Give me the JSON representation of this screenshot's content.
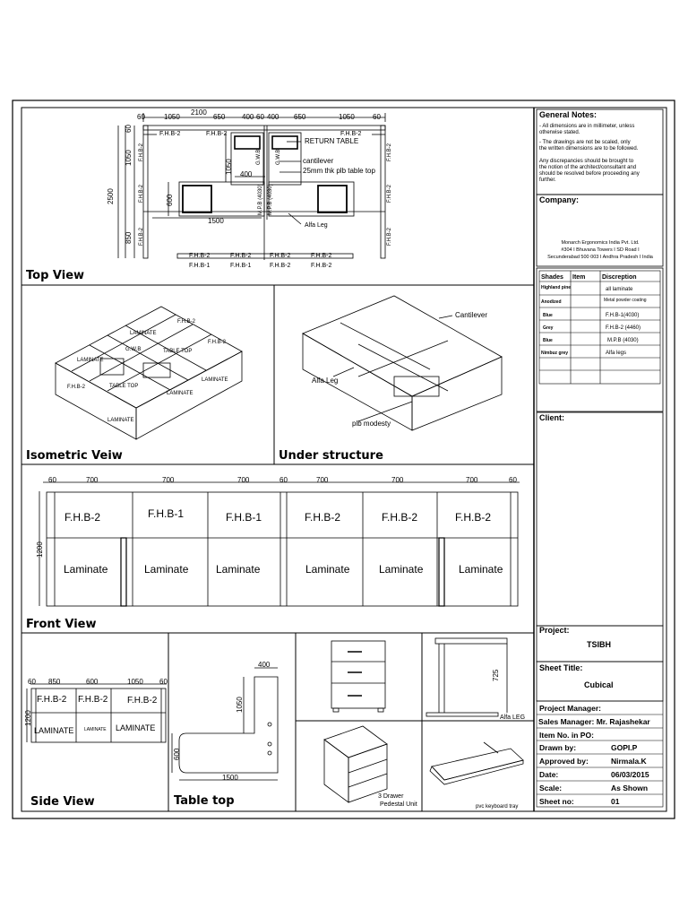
{
  "views": {
    "top": "Top View",
    "iso": "Isometric Veiw",
    "under": "Under structure",
    "front": "Front View",
    "side": "Side View",
    "table": "Table top"
  },
  "top_view": {
    "dims_top": [
      "60",
      "1050",
      "650",
      "400",
      "60",
      "400",
      "650",
      "1050",
      "60"
    ],
    "dim_2100": "2100",
    "left_dims": [
      "60",
      "1050",
      "2500",
      "600",
      "850"
    ],
    "dim_1500": "1500",
    "dim_400": "400",
    "dim_1050_v": "1050",
    "fhb2": "F.H.B-2",
    "fhb1": "F.H.B-1",
    "return_table": "RETURN TABLE",
    "cantilever": "cantilever",
    "table_top_note": "25mm thk plb table top",
    "alfa_leg": "Alfa Leg",
    "gwb": "G.W.B",
    "mpb": "M.P.B (4030)"
  },
  "iso": {
    "laminate": "LAMINATE",
    "fhb2": "F.H.B-2",
    "table_top": "TABLE TOP",
    "gwb": "G.W.B"
  },
  "under": {
    "cantilever": "Cantilever",
    "alfa_leg": "Alfa Leg",
    "plb_modesty": "plb modesty"
  },
  "front": {
    "dims": [
      "60",
      "700",
      "700",
      "700",
      "60",
      "700",
      "700",
      "700",
      "60"
    ],
    "height": "1200",
    "top_labels": [
      "F.H.B-2",
      "F.H.B-1",
      "F.H.B-1",
      "F.H.B-2",
      "F.H.B-2",
      "F.H.B-2"
    ],
    "bottom_labels": [
      "Laminate",
      "Laminate",
      "Laminate",
      "Laminate",
      "Laminate",
      "Laminate"
    ]
  },
  "side": {
    "dims": [
      "60",
      "850",
      "600",
      "1050",
      "60"
    ],
    "height": "1200",
    "top_labels": [
      "F.H.B-2",
      "F.H.B-2",
      "F.H.B-2"
    ],
    "bottom_labels": [
      "LAMINATE",
      "LAMINATE",
      "LAMINATE"
    ]
  },
  "table_top": {
    "d400": "400",
    "d1050": "1050",
    "d600": "600",
    "d1500": "1500"
  },
  "details": {
    "d725": "725",
    "alfa_leg": "Alfa LEG",
    "pedestal_1": "3 Drawer",
    "pedestal_2": "Pedestal Unit",
    "keyboard": "pvc keyboard tray"
  },
  "notes": {
    "title": "General Notes:",
    "lines": [
      "- All dimensions are in millimeter, unless",
      "otherwise stated.",
      "- The drawings are not be scaled, only",
      "the written dimensions are to be followed.",
      "Any discrepancies should be brought to",
      "the notion of the architect/consultant and",
      "should be resolved before proceeding any",
      "further."
    ]
  },
  "company": {
    "label": "Company:",
    "lines": [
      "Monarch Ergonomics India Pvt. Ltd.",
      "#304 I Bhuvana Towers I SD Road I",
      "Secunderabad 500 003 I Andhra Pradesh I India"
    ]
  },
  "shades": {
    "headers": [
      "Shades",
      "Item",
      "Discreption"
    ],
    "rows": [
      [
        "Highland pine",
        "",
        "all laminate"
      ],
      [
        "Anodized",
        "",
        "Metal powder coating"
      ],
      [
        "Blue",
        "",
        "F.H.B-1(4030)"
      ],
      [
        "Grey",
        "",
        "F.H.B-2 (4460)"
      ],
      [
        "Blue",
        "",
        "M.P.B (4030)"
      ],
      [
        "Nimbuz grey",
        "",
        "Alfa legs"
      ],
      [
        "",
        "",
        ""
      ],
      [
        "",
        "",
        ""
      ],
      [
        "",
        "",
        ""
      ],
      [
        "",
        "",
        ""
      ]
    ]
  },
  "client": {
    "label": "Client:"
  },
  "project": {
    "label": "Project:",
    "value": "TSIBH"
  },
  "sheet_title": {
    "label": "Sheet Title:",
    "value": "Cubical"
  },
  "info": [
    {
      "label": "Project Manager:",
      "value": ""
    },
    {
      "label": "Sales Manager: Mr. Rajashekar",
      "value": ""
    },
    {
      "label": "Item No. in PO:",
      "value": ""
    },
    {
      "label": "Drawn by:",
      "value": "GOPI.P"
    },
    {
      "label": "Approved by:",
      "value": "Nirmala.K"
    },
    {
      "label": "Date:",
      "value": "06/03/2015"
    },
    {
      "label": "Scale:",
      "value": "As Shown"
    },
    {
      "label": "Sheet no:",
      "value": "01"
    }
  ]
}
